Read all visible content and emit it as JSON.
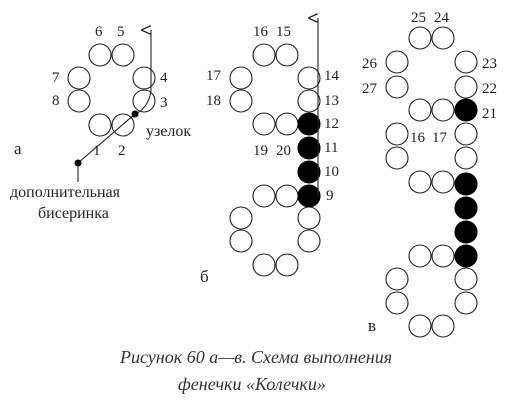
{
  "panel_a": {
    "letter": "а",
    "bead_numbers": [
      "1",
      "2",
      "3",
      "4",
      "5",
      "6",
      "7",
      "8"
    ],
    "knot_label": "узелок",
    "extra_bead_label_line1": "дополнительная",
    "extra_bead_label_line2": "бисеринка"
  },
  "panel_b": {
    "letter": "б",
    "bead_numbers": [
      "9",
      "10",
      "11",
      "12",
      "13",
      "14",
      "15",
      "16",
      "17",
      "18",
      "19",
      "20"
    ]
  },
  "panel_v": {
    "letter": "в",
    "bead_numbers": [
      "16",
      "17",
      "21",
      "22",
      "23",
      "24",
      "25",
      "26",
      "27"
    ]
  },
  "caption": {
    "line1": "Рисунок 60 а—в. Схема выполнения",
    "line2": "фенечки «Колечки»"
  }
}
